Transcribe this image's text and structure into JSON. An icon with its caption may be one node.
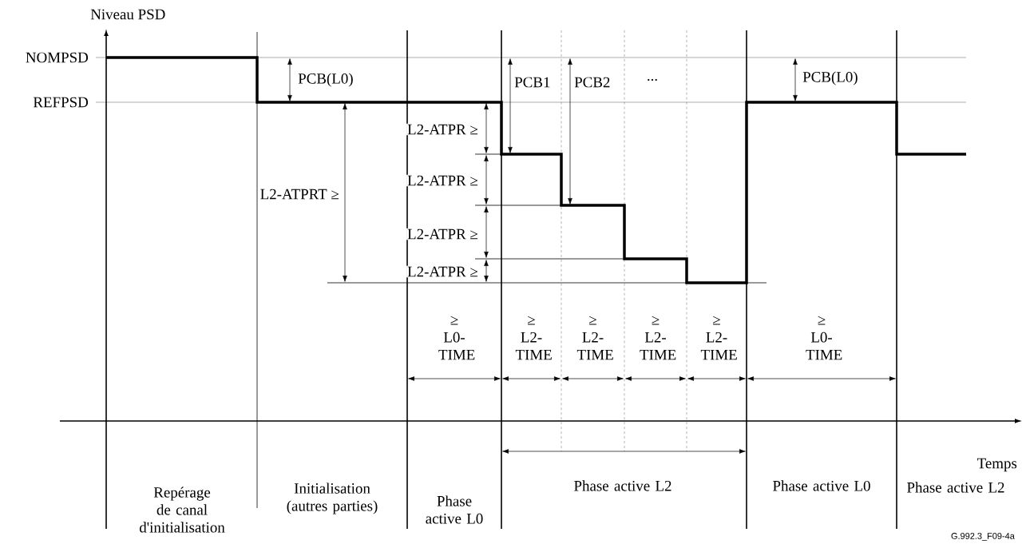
{
  "diagram": {
    "labels": [
      "Niveau PSD",
      "NOMPSD",
      "REFPSD",
      "PCB(L0)",
      "PCB1",
      "PCB2",
      "...",
      "PCB(L0)",
      "L2-ATPR ≥",
      "L2-ATPRT ≥",
      "L2-ATPR ≥",
      "L2-ATPR ≥",
      "L2-ATPR ≥",
      "≥ L0- TIME",
      "≥ L2- TIME",
      "≥ L2- TIME",
      "≥ L2- TIME",
      "≥ L2- TIME",
      "≥ L0- TIME",
      "Temps",
      "Repérage de canal d'initialisation",
      "Initialisation (autres parties)",
      "Phase active L0",
      "Phase active L2",
      "Phase active L0",
      "Phase active L2",
      "G.992.3_F09-4a"
    ]
  }
}
